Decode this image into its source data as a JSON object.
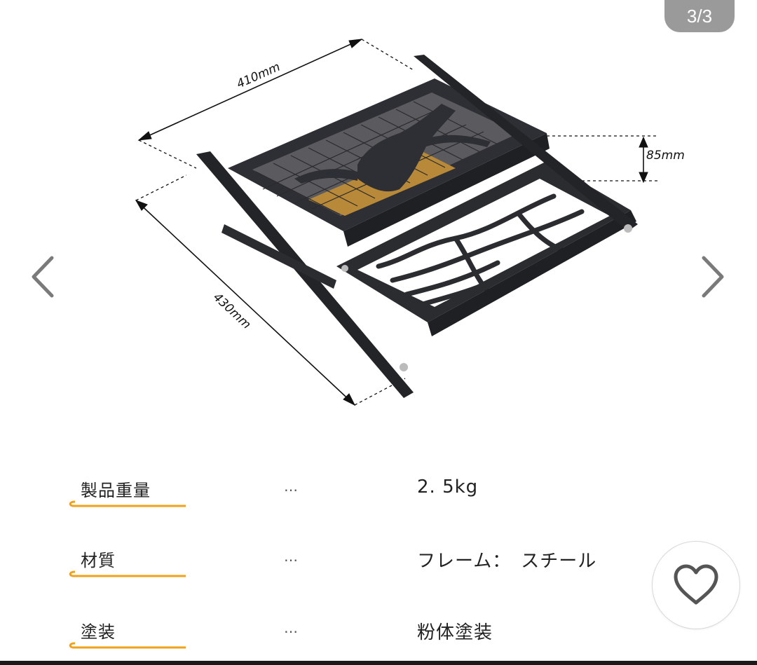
{
  "gallery": {
    "counter": "3/3",
    "dimensions": {
      "width_label": "410mm",
      "depth_label": "430mm",
      "height_label": "85mm"
    }
  },
  "specs": [
    {
      "label": "製品重量",
      "separator": "…",
      "value": "2. 5kg"
    },
    {
      "label": "材質",
      "separator": "…",
      "value": "フレーム：　スチール"
    },
    {
      "label": "塗装",
      "separator": "…",
      "value": "粉体塗装"
    }
  ],
  "colors": {
    "accent_underline": "#f0a21a",
    "counter_bg": "#9a9a9a"
  },
  "icons": {
    "prev": "chevron-left-icon",
    "next": "chevron-right-icon",
    "favorite": "heart-icon"
  }
}
